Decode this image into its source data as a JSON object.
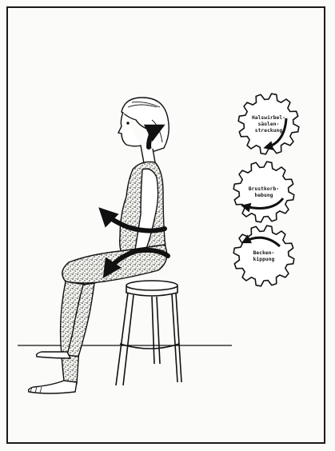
{
  "gears": [
    {
      "lines": [
        "Halswirbel-",
        "säulen-",
        "streckung"
      ]
    },
    {
      "lines": [
        "Brustkorb-",
        "hebung"
      ]
    },
    {
      "lines": [
        "Becken-",
        "kippung"
      ]
    }
  ],
  "colors": {
    "ink": "#111111",
    "paper": "#fbfbf9"
  }
}
